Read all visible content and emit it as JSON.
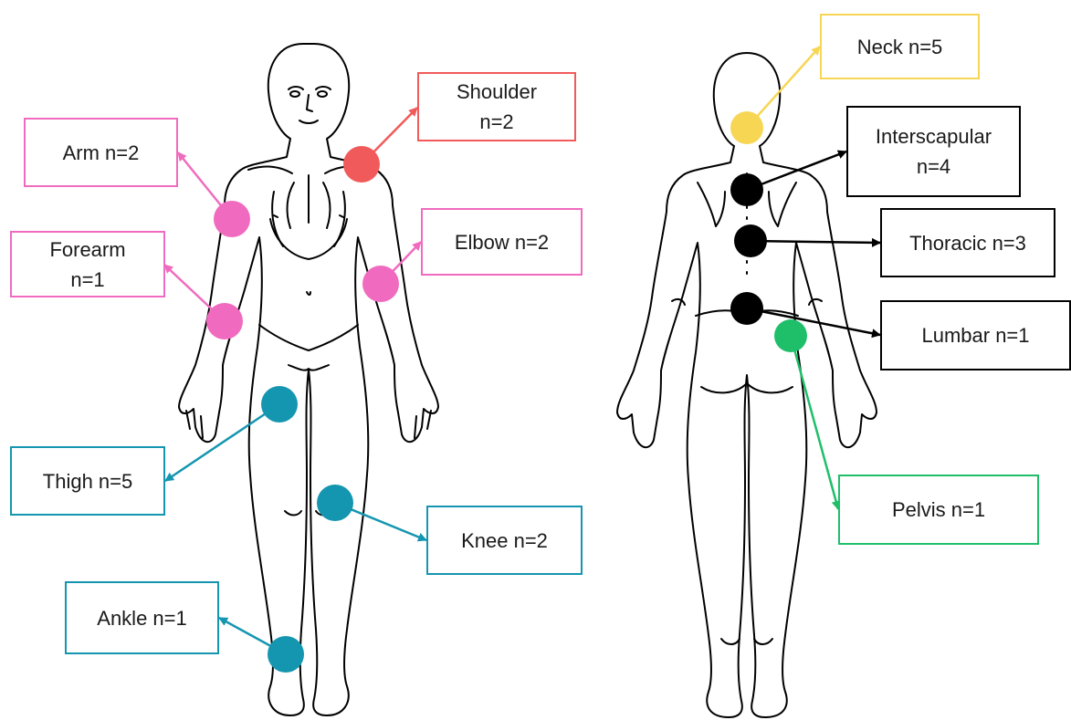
{
  "colors": {
    "shoulder": "#f15a5a",
    "arm_elbow": "#f06bbf",
    "leg": "#1596b0",
    "neck": "#f7d654",
    "spine": "#000000",
    "pelvis": "#1fbf6a",
    "outline": "#000000"
  },
  "labels": {
    "shoulder": "Shoulder\nn=2",
    "arm": "Arm n=2",
    "forearm": "Forearm\nn=1",
    "elbow": "Elbow n=2",
    "thigh": "Thigh n=5",
    "knee": "Knee n=2",
    "ankle": "Ankle n=1",
    "neck": "Neck n=5",
    "interscapular": "Interscapular\nn=4",
    "thoracic": "Thoracic n=3",
    "lumbar": "Lumbar n=1",
    "pelvis": "Pelvis n=1"
  }
}
